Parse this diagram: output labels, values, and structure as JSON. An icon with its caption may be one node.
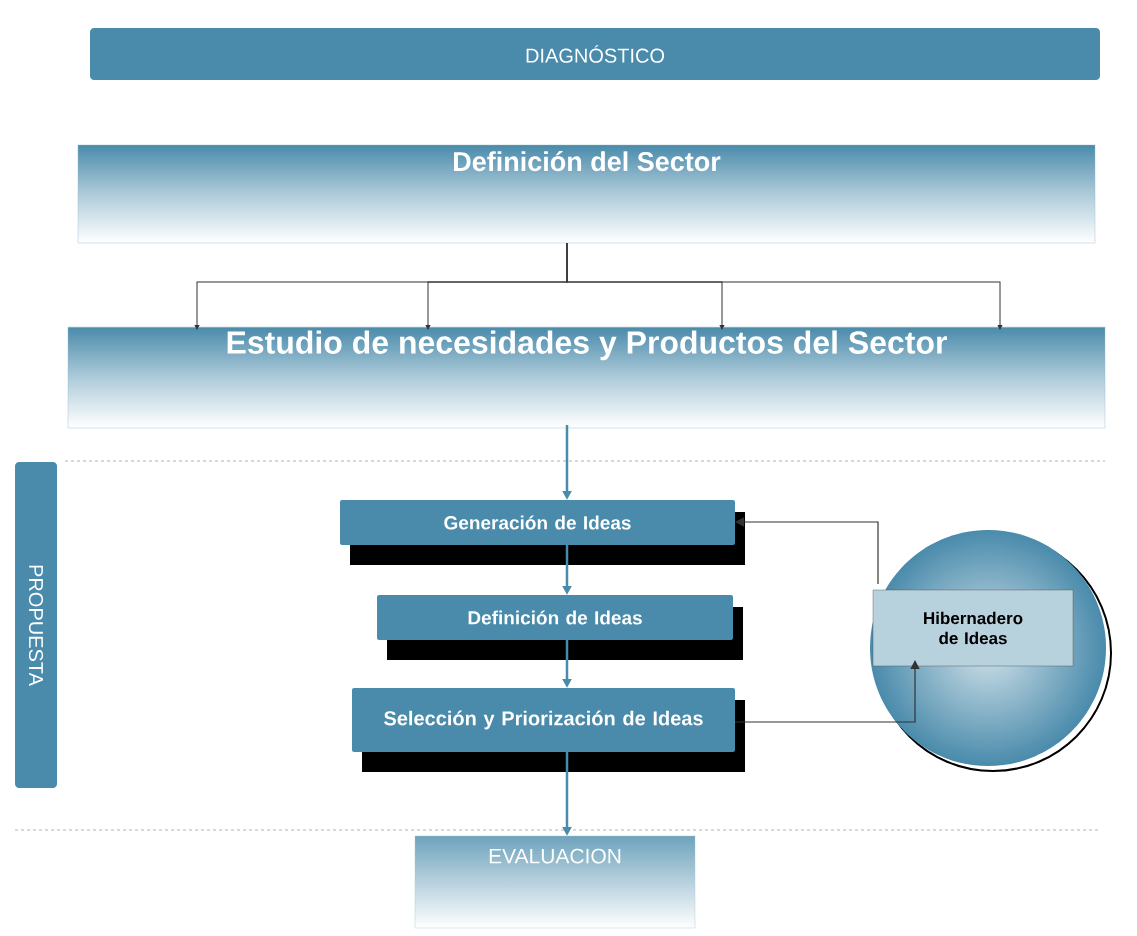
{
  "diagram": {
    "nodes": [
      {
        "text": [
          "DIAGNÓSTICO"
        ]
      },
      {
        "text": [
          "Definición del Sector"
        ]
      },
      {
        "text": [
          "Estudio de necesidades y Productos del Sector"
        ]
      },
      {
        "text": [
          "PROPUESTA"
        ]
      },
      {
        "text": [
          "Generación de Ideas"
        ]
      },
      {
        "text": [
          "Definición de Ideas"
        ]
      },
      {
        "text": [
          "Selección y Priorización de Ideas"
        ]
      },
      {
        "text": [
          "Hibernadero de Ideas"
        ]
      },
      {
        "text": [
          "EVALUACION"
        ]
      }
    ],
    "edges": [
      {
        "from": 1,
        "to": 2,
        "arrow": "to"
      },
      {
        "from": 1,
        "to": 2,
        "arrow": "to"
      },
      {
        "from": 1,
        "to": 2,
        "arrow": "to"
      },
      {
        "from": 1,
        "to": 2,
        "arrow": "to"
      },
      {
        "from": 2,
        "to": 4,
        "arrow": "to",
        "color": "#4a8bab"
      },
      {
        "from": 4,
        "to": 5,
        "arrow": "to",
        "color": "#4a8bab"
      },
      {
        "from": 5,
        "to": 6,
        "arrow": "to",
        "color": "#4a8bab"
      },
      {
        "from": 6,
        "to": 8,
        "arrow": "to",
        "color": "#4a8bab"
      },
      {
        "from": 6,
        "to": 7,
        "arrow": "to"
      },
      {
        "from": 7,
        "to": 4,
        "arrow": "to"
      }
    ]
  }
}
